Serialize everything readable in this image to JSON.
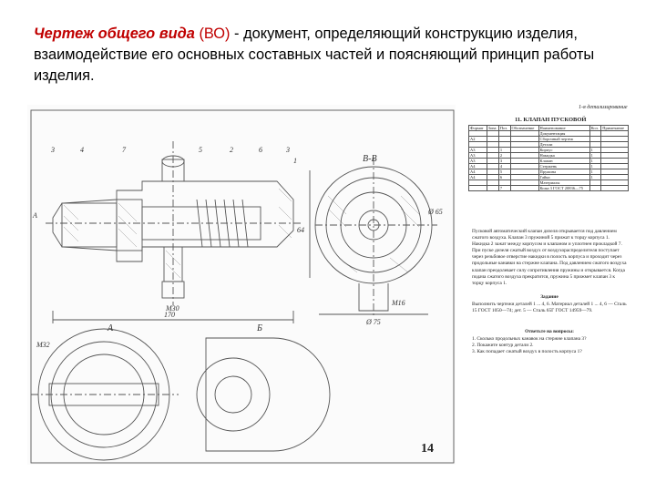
{
  "definition": {
    "term": "Чертеж общего вида",
    "abbr": "(ВО)",
    "rest": " - документ, определяющий конструкцию изделия, взаимодействие его основных составных частей и поясняющий принцип работы изделия."
  },
  "drawing": {
    "callouts": [
      "3",
      "4",
      "7",
      "5",
      "2",
      "6",
      "3",
      "1"
    ],
    "view_main": "А",
    "section_label": "В-В",
    "view_a": "А",
    "view_b": "Б",
    "dim_total": "170",
    "dim_body": "64",
    "dim_width": "Ø 75",
    "dim_height": "Ø 65",
    "dim_thread": "М30",
    "dim_thread2": "М16",
    "dim_hex": "М32"
  },
  "page": {
    "header_right": "1-я детализирование",
    "title": "11. КЛАПАН ПУСКОВОЙ",
    "table_head": [
      "Формат",
      "Зона",
      "Поз.",
      "Обозначение",
      "Наименование",
      "Кол.",
      "Примечание"
    ],
    "spec_rows": [
      [
        "",
        "",
        "",
        "",
        "Документация",
        "",
        ""
      ],
      [
        "А2",
        "",
        "",
        "",
        "Сборочный чертеж",
        "",
        ""
      ],
      [
        "",
        "",
        "",
        "",
        "Детали",
        "",
        ""
      ],
      [
        "А3",
        "",
        "1",
        "",
        "Корпус",
        "1",
        ""
      ],
      [
        "А3",
        "",
        "2",
        "",
        "Накидка",
        "1",
        ""
      ],
      [
        "А3",
        "",
        "3",
        "",
        "Клапан",
        "1",
        ""
      ],
      [
        "А4",
        "",
        "4",
        "",
        "Стержень",
        "1",
        ""
      ],
      [
        "А4",
        "",
        "5",
        "",
        "Пружина",
        "1",
        ""
      ],
      [
        "А4",
        "",
        "6",
        "",
        "Гайка",
        "1",
        ""
      ],
      [
        "",
        "",
        "",
        "",
        "Материалы",
        "",
        ""
      ],
      [
        "",
        "",
        "7",
        "",
        "Кожа 3 ГОСТ 20836—75",
        "",
        ""
      ]
    ],
    "description": "Пусковой автоматический клапан дизеля открывается под давлением сжатого воздуха. Клапан 3 пружиной 5 прижат к торцу корпуса 1. Накидка 2 зажат между корпусом и клапаном и уплотнен прокладкой 7. При пуске дизеля сжатый воздух от воздухораспределителя поступает через резьбовое отверстие накидки в полость корпуса и проходит через продольные канавки на стержне клапана. Под давлением сжатого воздуха клапан преодолевает силу сопротивления пружины и открывается. Когда подача сжатого воздуха прекратится, пружина 5 прижмет клапан 3 к торцу корпуса 1.",
    "task_title": "Задание",
    "task": "Выполнить чертежи деталей 1 ... 4, 6. Материал деталей 1 ... 4, 6 — Сталь 15 ГОСТ 1050—74; дет. 5 — Сталь 65Г ГОСТ 14959—79.",
    "questions_title": "Ответьте на вопросы:",
    "questions": [
      "1. Сколько продольных канавок на стержне клапана 3?",
      "2. Покажите контур детали 2.",
      "3. Как попадает сжатый воздух в полость корпуса 1?"
    ],
    "page_number": "14"
  }
}
